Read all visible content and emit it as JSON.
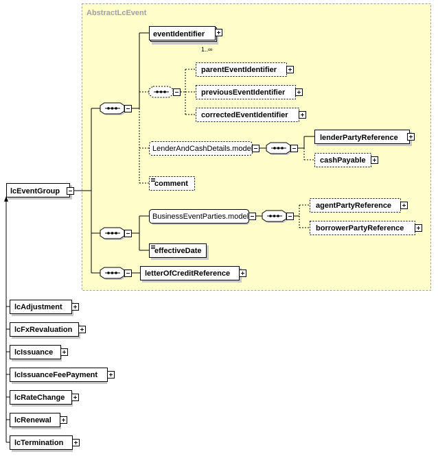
{
  "group": {
    "title": "AbstractLcEvent"
  },
  "root": {
    "label": "lcEventGroup"
  },
  "elements": {
    "event_identifier": "eventIdentifier",
    "event_identifier_cardinality": "1..∞",
    "parent_event_identifier": "parentEventIdentifier",
    "previous_event_identifier": "previousEventIdentifier",
    "corrected_event_identifier": "correctedEventIdentifier",
    "lender_and_cash_details_model": "LenderAndCashDetails.model",
    "lender_party_reference": "lenderPartyReference",
    "cash_payable": "cashPayable",
    "comment": "comment",
    "business_event_parties_model": "BusinessEventParties.model",
    "agent_party_reference": "agentPartyReference",
    "borrower_party_reference": "borrowerPartyReference",
    "effective_date": "effectiveDate",
    "letter_of_credit_reference": "letterOfCreditReference"
  },
  "derived_types": [
    "lcAdjustment",
    "lcFxRevaluation",
    "lcIssuance",
    "lcIssuanceFeePayment",
    "lcRateChange",
    "lcRenewal",
    "lcTermination"
  ],
  "colors": {
    "group_fill": "#ffffcc",
    "group_border": "#a0a0a0",
    "group_title": "#a0a0a0"
  }
}
